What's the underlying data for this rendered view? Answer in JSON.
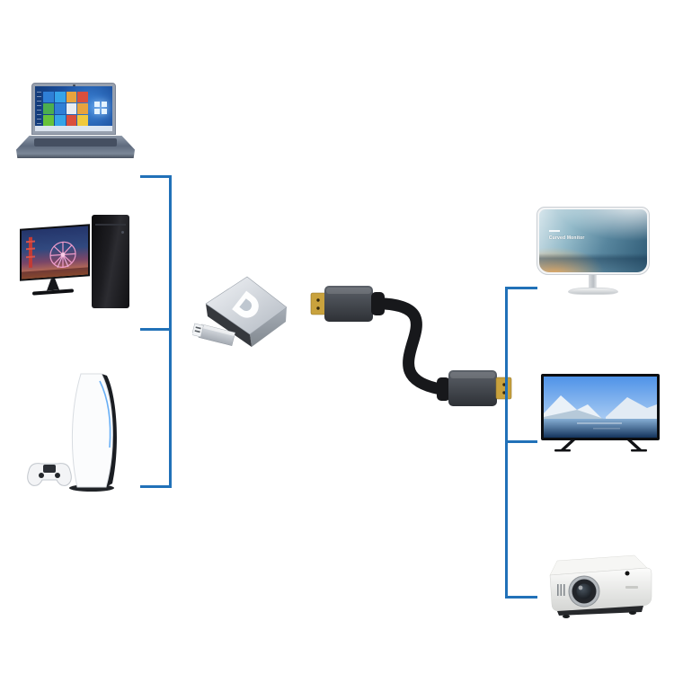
{
  "scene": {
    "type": "product-compatibility-diagram",
    "background": "#ffffff",
    "bracket_color": "#2171b8"
  },
  "source_devices": [
    {
      "name": "laptop",
      "icon": "laptop-icon"
    },
    {
      "name": "desktop-pc",
      "icon": "desktop-pc-icon"
    },
    {
      "name": "game-console",
      "icon": "game-console-icon"
    }
  ],
  "connectors": {
    "adapter": {
      "icon": "mini-displayport-adapter-icon",
      "logo_icon": "displayport-logo-icon",
      "body_color": "#c8cfd8"
    },
    "cable": {
      "icon": "hdmi-cable-icon",
      "color": "#17181b",
      "plug_gold_color": "#c9a23d"
    }
  },
  "display_devices": [
    {
      "name": "curved-monitor",
      "icon": "curved-monitor-icon",
      "screen_label": "Curved Monitor"
    },
    {
      "name": "tv",
      "icon": "tv-icon"
    },
    {
      "name": "projector",
      "icon": "projector-icon"
    }
  ]
}
